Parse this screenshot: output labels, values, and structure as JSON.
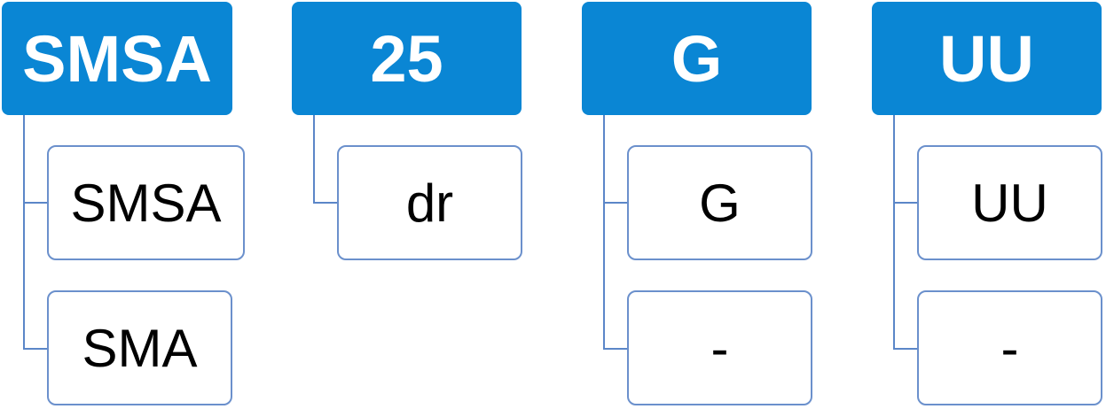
{
  "groups": [
    {
      "header": "SMSA",
      "children": [
        "SMSA",
        "SMA"
      ]
    },
    {
      "header": "25",
      "children": [
        "dr"
      ]
    },
    {
      "header": "G",
      "children": [
        "G",
        "-"
      ]
    },
    {
      "header": "UU",
      "children": [
        "UU",
        "-"
      ]
    }
  ],
  "colors": {
    "header_fill": "#0a86d4",
    "child_border": "#6b90cc",
    "connector": "#5b86c8"
  }
}
